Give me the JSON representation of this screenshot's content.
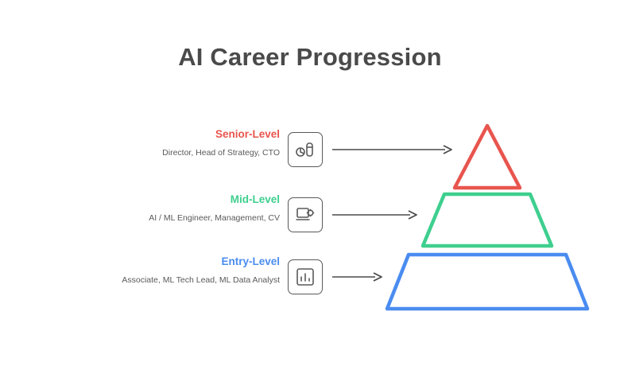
{
  "title": "AI Career Progression",
  "colors": {
    "senior": "#e8554e",
    "mid": "#3ecf8e",
    "entry": "#4a8cf0",
    "title": "#4a4a4a",
    "text": "#5a5a5a",
    "outline": "#595959",
    "arrow": "#4a4a4a"
  },
  "tiers": [
    {
      "label": "Senior-Level",
      "description": "Director, Head of Strategy, CTO",
      "color": "#e8554e",
      "icon": "strategy-chart-icon"
    },
    {
      "label": "Mid-Level",
      "description": "AI / ML Engineer, Management, CV",
      "color": "#3ecf8e",
      "icon": "laptop-gear-icon"
    },
    {
      "label": "Entry-Level",
      "description": "Associate, ML Tech Lead, ML Data Analyst",
      "color": "#4a8cf0",
      "icon": "bar-chart-icon"
    }
  ],
  "pyramid": {
    "segments": [
      {
        "name": "senior-segment",
        "color": "#e8554e"
      },
      {
        "name": "mid-segment",
        "color": "#3ecf8e"
      },
      {
        "name": "entry-segment",
        "color": "#4a8cf0"
      }
    ]
  }
}
